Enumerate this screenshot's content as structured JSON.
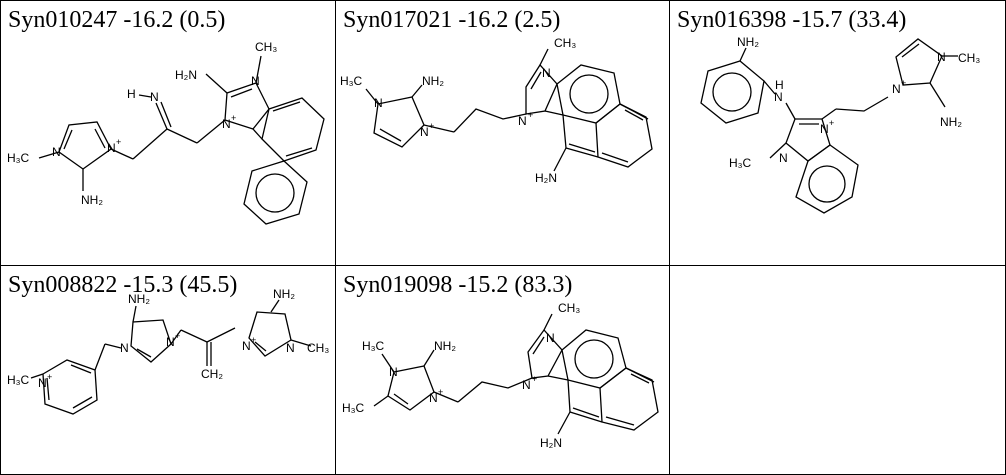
{
  "cells": [
    {
      "title": "Syn010247 -16.2 (0.5)",
      "atoms": {
        "nh2_a": "H₂N",
        "ch3_a": "CH₃",
        "h": "H",
        "n_imine": "N",
        "n_plus_a": "N",
        "n_b": "N",
        "h3c": "H₃C",
        "n_c": "N",
        "n_plus_c": "N",
        "nh2_c": "NH₂"
      }
    },
    {
      "title": "Syn017021 -16.2 (2.5)",
      "atoms": {
        "h3c": "H₃C",
        "n_a": "N",
        "nh2": "NH₂",
        "n_plus": "N",
        "ch3": "CH₃",
        "n_b": "N",
        "n_plus_b": "N",
        "h2n": "H₂N"
      }
    },
    {
      "title": "Syn016398 -15.7 (33.4)",
      "atoms": {
        "nh2_a": "NH₂",
        "nh": "H",
        "n_nh": "N",
        "n_plus_a": "N",
        "n_a": "N",
        "h3c": "H₃C",
        "n_b": "N",
        "ch3": "CH₃",
        "n_plus_b": "N",
        "nh2_b": "NH₂"
      }
    },
    {
      "title": "Syn008822 -15.3 (45.5)",
      "atoms": {
        "h3c": "H₃C",
        "n_pyr": "N",
        "nh2_a": "NH₂",
        "n_a": "N",
        "n_plus_a": "N",
        "ch2": "CH₂",
        "nh2_b": "NH₂",
        "n_plus_b": "N",
        "n_b": "N",
        "ch3": "CH₃"
      }
    },
    {
      "title": "Syn019098 -15.2 (83.3)",
      "atoms": {
        "h3c_a": "H₃C",
        "n_a": "N",
        "nh2": "NH₂",
        "h3c_b": "H₃C",
        "n_plus_a": "N",
        "ch3": "CH₃",
        "n_b": "N",
        "n_plus_b": "N",
        "h2n": "H₂N"
      }
    },
    {
      "title": ""
    }
  ],
  "charges": {
    "plus": "+"
  }
}
